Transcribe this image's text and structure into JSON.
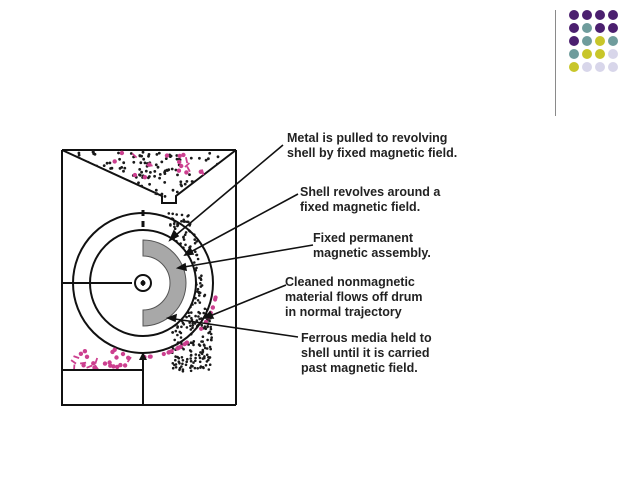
{
  "slide": {
    "decoration_colors": [
      "#4b1f6f",
      "#6f9c9c",
      "#c8c62a",
      "#d8d6ea"
    ],
    "accent_particle_color": "#cc3f8f"
  },
  "diagram": {
    "callouts": [
      {
        "id": "metal-pulled",
        "text": "Metal is pulled to revolving\nshell by fixed magnetic field."
      },
      {
        "id": "shell-revolves",
        "text": "Shell revolves around a\nfixed magnetic field."
      },
      {
        "id": "fixed-permanent",
        "text": "Fixed permanent\nmagnetic assembly."
      },
      {
        "id": "cleaned-nonmagnetic",
        "text": "Cleaned nonmagnetic\nmaterial flows off drum\nin normal trajectory"
      },
      {
        "id": "ferrous-media",
        "text": "Ferrous media held to\nshell until it is carried\npast magnetic field."
      }
    ]
  }
}
